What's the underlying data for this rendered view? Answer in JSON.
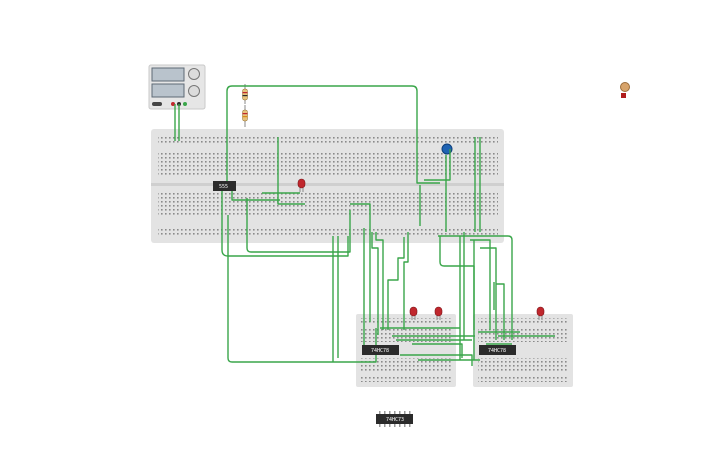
{
  "circuit": {
    "main_chip_label": "555",
    "counter_chip_label": "74HC78",
    "counter_chip_label_2": "74HC78",
    "spare_chip_label": "74HC73"
  },
  "colors": {
    "wire": "#3aa64a",
    "breadboard": "#e3e3e3",
    "led_red": "#c0272d",
    "led_blue": "#1f63b3",
    "chip": "#2b2b2b"
  },
  "icons": {
    "power_supply": "power-supply-icon",
    "photoresistor": "photoresistor-icon",
    "resistor": "resistor-icon",
    "potentiometer": "potentiometer-icon"
  }
}
